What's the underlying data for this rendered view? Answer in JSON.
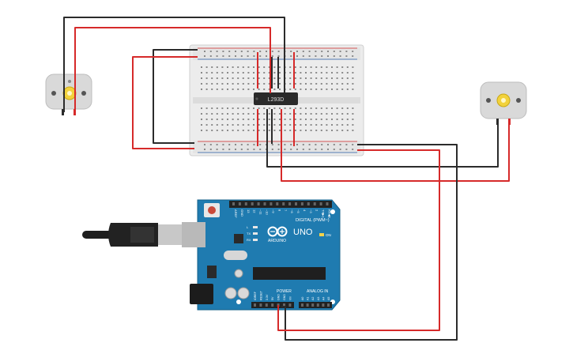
{
  "breadboard": {
    "ic_label": "L293D"
  },
  "arduino": {
    "model_label": "UNO",
    "brand_label": "ARDUINO",
    "on_label": "ON",
    "digital_label": "DIGITAL (PWM~)",
    "power_label": "POWER",
    "analog_label": "ANALOG IN",
    "led_labels": [
      "L",
      "TX",
      "RX"
    ],
    "digital_pins": [
      "AREF",
      "GND",
      "13",
      "12",
      "~11",
      "~10",
      "~9",
      "8",
      "7",
      "~6",
      "~5",
      "4",
      "~3",
      "2",
      "TX▶1",
      "RX◀0"
    ],
    "power_pins": [
      "IOREF",
      "RESET",
      "3.3V",
      "5V",
      "GND",
      "GND",
      "Vin"
    ],
    "analog_pins": [
      "A0",
      "A1",
      "A2",
      "A3",
      "A4",
      "A5"
    ]
  },
  "wire_colors": {
    "red": "#d62a2a",
    "black": "#2b2b2b"
  },
  "colors": {
    "arduino_board": "#1f7bb0",
    "breadboard": "#ececec",
    "ic_body": "#2a2a2a",
    "motor_body": "#d9d9d9",
    "motor_shaft": "#f2d23c"
  }
}
